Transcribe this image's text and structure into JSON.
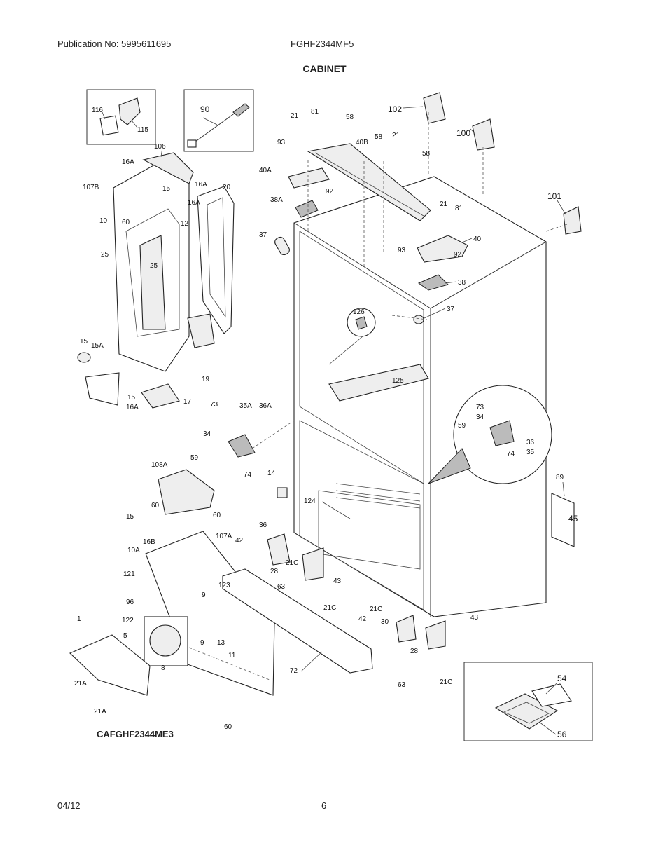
{
  "header": {
    "publication": "Publication No: 5995611695",
    "model": "FGHF2344MF5",
    "section_title": "CABINET"
  },
  "footer": {
    "date": "04/12",
    "page_number": "6",
    "diagram_code": "CAFGHF2344ME3"
  },
  "callouts": [
    "116",
    "115",
    "90",
    "106",
    "16A",
    "16A",
    "107B",
    "15",
    "16A",
    "20",
    "10",
    "60",
    "12",
    "25",
    "25",
    "15",
    "15A",
    "19",
    "15",
    "16A",
    "17",
    "21",
    "81",
    "58",
    "93",
    "40B",
    "58",
    "21",
    "40A",
    "92",
    "38A",
    "58",
    "37",
    "102",
    "100",
    "101",
    "21",
    "81",
    "93",
    "40",
    "92",
    "38",
    "126",
    "37",
    "125",
    "73",
    "35A",
    "36A",
    "34",
    "59",
    "74",
    "14",
    "108A",
    "60",
    "60",
    "15",
    "16B",
    "107A",
    "10A",
    "42",
    "36",
    "21C",
    "28",
    "63",
    "43",
    "21C",
    "121",
    "9",
    "123",
    "96",
    "122",
    "1",
    "5",
    "8",
    "13",
    "9",
    "11",
    "21A",
    "21A",
    "60",
    "72",
    "21C",
    "42",
    "30",
    "43",
    "28",
    "63",
    "21C",
    "124",
    "73",
    "34",
    "59",
    "36",
    "35",
    "74",
    "89",
    "45",
    "54",
    "56"
  ]
}
